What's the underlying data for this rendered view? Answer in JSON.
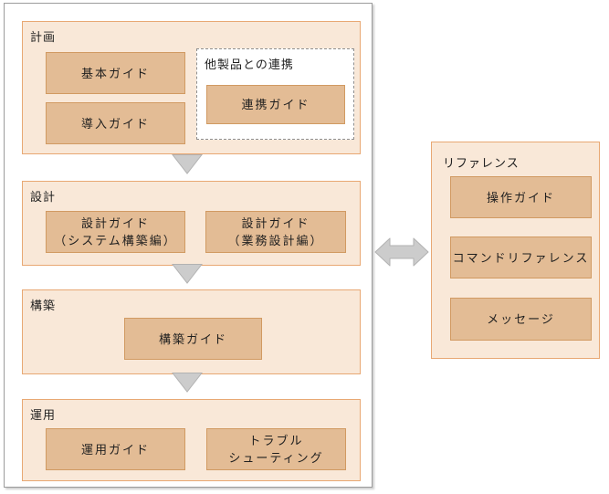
{
  "diagram": {
    "planning": {
      "label": "計画",
      "box_basic": "基本ガイド",
      "box_intro": "導入ガイド",
      "linkage_group_label": "他製品との連携",
      "box_linkage": "連携ガイド"
    },
    "design": {
      "label": "設計",
      "box_system": "設計ガイド\n（システム構築編）",
      "box_business": "設計ガイド\n（業務設計編）"
    },
    "build": {
      "label": "構築",
      "box_build": "構築ガイド"
    },
    "operation": {
      "label": "運用",
      "box_operation": "運用ガイド",
      "box_trouble": "トラブル\nシューティング"
    },
    "reference": {
      "label": "リファレンス",
      "box_operation_guide": "操作ガイド",
      "box_command_reference": "コマンドリファレンス",
      "box_messages": "メッセージ"
    },
    "icons": {
      "flow_down_arrow": "gray triangle pointing down between phases",
      "bidirectional_arrow": "gray horizontal double-headed arrow linking flow and reference"
    },
    "colors": {
      "section_fill": "#f9e8d8",
      "section_border": "#e8a873",
      "guide_box_fill": "#e3bc95",
      "guide_box_border": "#d19a62",
      "arrow_fill": "#cccccc",
      "arrow_border": "#b2b2b2",
      "outer_border": "#9c9c9c",
      "dashed_border": "#8f8f8f",
      "text": "#1f1f1f"
    }
  }
}
